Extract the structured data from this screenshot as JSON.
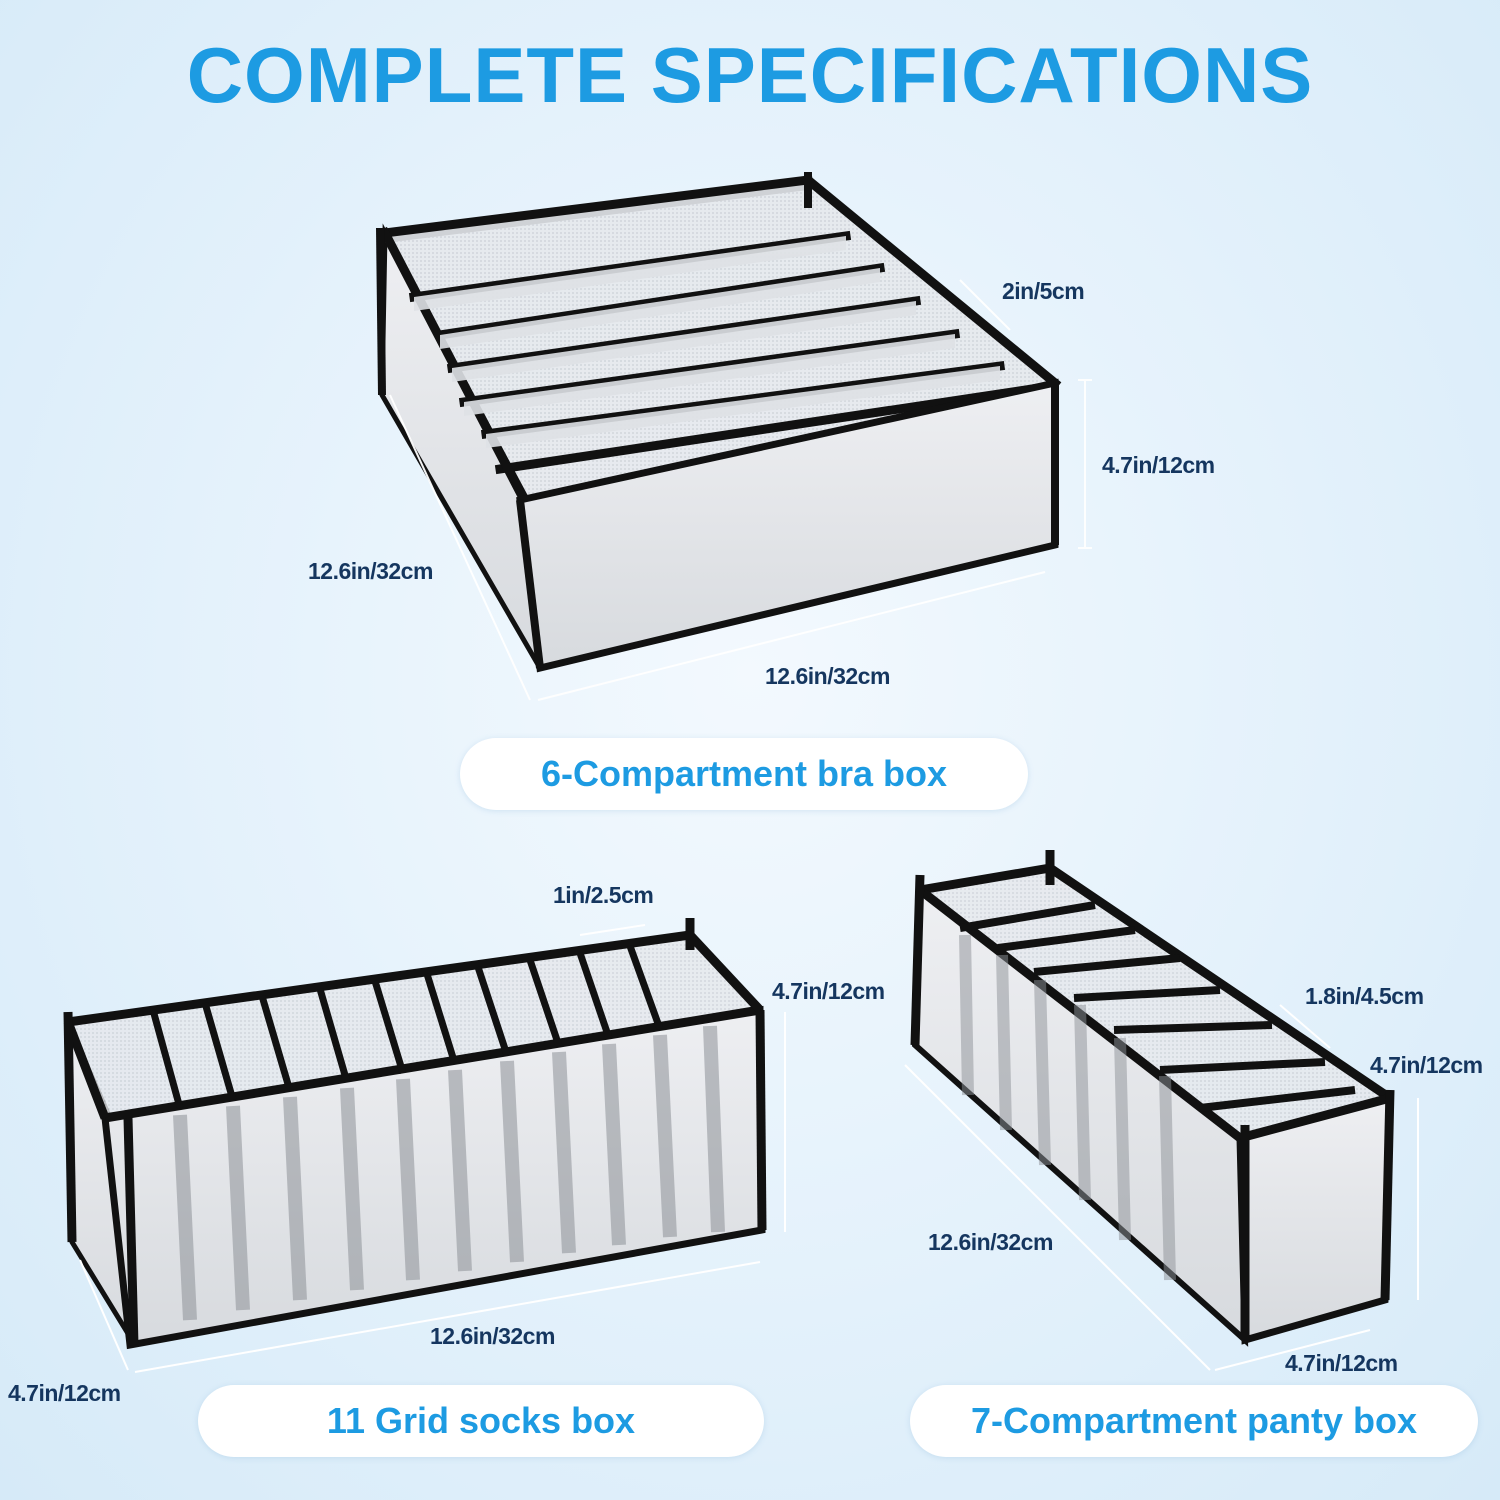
{
  "title": "COMPLETE SPECIFICATIONS",
  "boxes": {
    "bra": {
      "label": "6-Compartment bra box",
      "dims": {
        "divider": "2in/5cm",
        "height": "4.7in/12cm",
        "depth": "12.6in/32cm",
        "width": "12.6in/32cm"
      }
    },
    "socks": {
      "label": "11 Grid socks box",
      "dims": {
        "cell": "1in/2.5cm",
        "height": "4.7in/12cm",
        "width": "12.6in/32cm",
        "depth": "4.7in/12cm"
      }
    },
    "panty": {
      "label": "7-Compartment panty box",
      "dims": {
        "cell": "1.8in/4.5cm",
        "height": "4.7in/12cm",
        "length": "12.6in/32cm",
        "width": "4.7in/12cm"
      }
    }
  },
  "colors": {
    "title": "#1d9be2",
    "label": "#1d9be2",
    "dimension_text": "#15365f",
    "frame": "#111111"
  }
}
